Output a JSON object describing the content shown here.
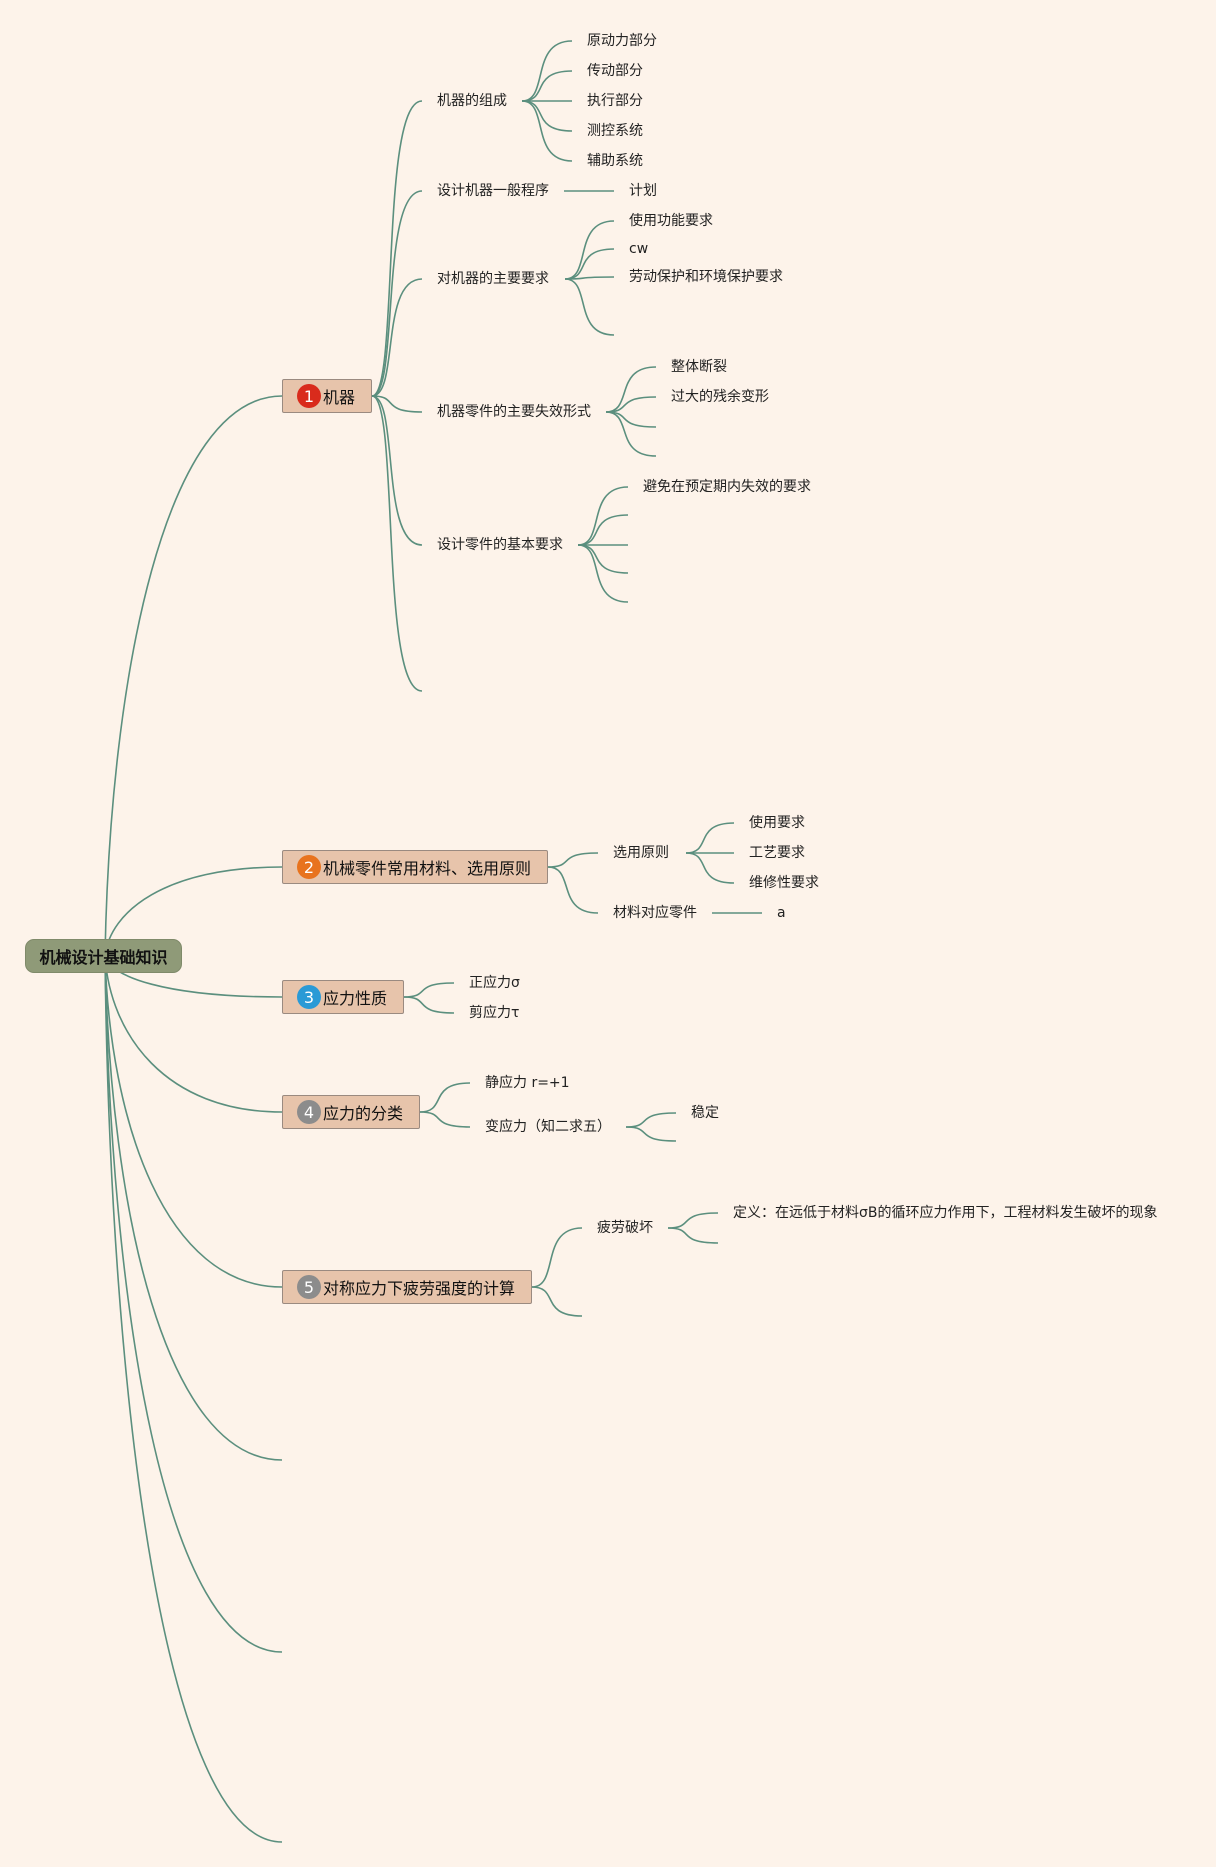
{
  "root": "机械设计基础知识",
  "colors": {
    "background": "#fdf3ea",
    "connector": "#5b8f7e",
    "root_fill": "#8f9a78",
    "topic_fill": "#e7c4ab",
    "badge_1": "#d92b1c",
    "badge_2": "#e8731e",
    "badge_3": "#2a9ad6",
    "badge_4": "#8c8c8c",
    "badge_5": "#8c8c8c"
  },
  "topics": [
    {
      "badge": "1",
      "label": "机器",
      "children": [
        {
          "label": "机器的组成",
          "children": [
            "原动力部分",
            "传动部分",
            "执行部分",
            "测控系统",
            "辅助系统"
          ]
        },
        {
          "label": "设计机器一般程序",
          "children": [
            "计划"
          ]
        },
        {
          "label": "对机器的主要要求",
          "children": [
            "使用功能要求",
            "cw",
            "劳动保护和环境保护要求"
          ]
        },
        {
          "label": "机器零件的主要失效形式",
          "children": [
            "整体断裂",
            "过大的残余变形"
          ]
        },
        {
          "label": "设计零件的基本要求",
          "children": [
            "避免在预定期内失效的要求"
          ]
        }
      ]
    },
    {
      "badge": "2",
      "label": "机械零件常用材料、选用原则",
      "children": [
        {
          "label": "选用原则",
          "children": [
            "使用要求",
            "工艺要求",
            "维修性要求"
          ]
        },
        {
          "label": "材料对应零件",
          "children": [
            "a"
          ]
        }
      ]
    },
    {
      "badge": "3",
      "label": "应力性质",
      "children": [
        {
          "label": "正应力σ"
        },
        {
          "label": "剪应力τ"
        }
      ]
    },
    {
      "badge": "4",
      "label": "应力的分类",
      "children": [
        {
          "label": "静应力 r=+1"
        },
        {
          "label": "变应力（知二求五）",
          "children": [
            "稳定"
          ]
        }
      ]
    },
    {
      "badge": "5",
      "label": "对称应力下疲劳强度的计算",
      "children": [
        {
          "label": "疲劳破坏",
          "children": [
            "定义：在远低于材料σB的循环应力作用下，工程材料发生破坏的现象"
          ]
        }
      ]
    }
  ]
}
